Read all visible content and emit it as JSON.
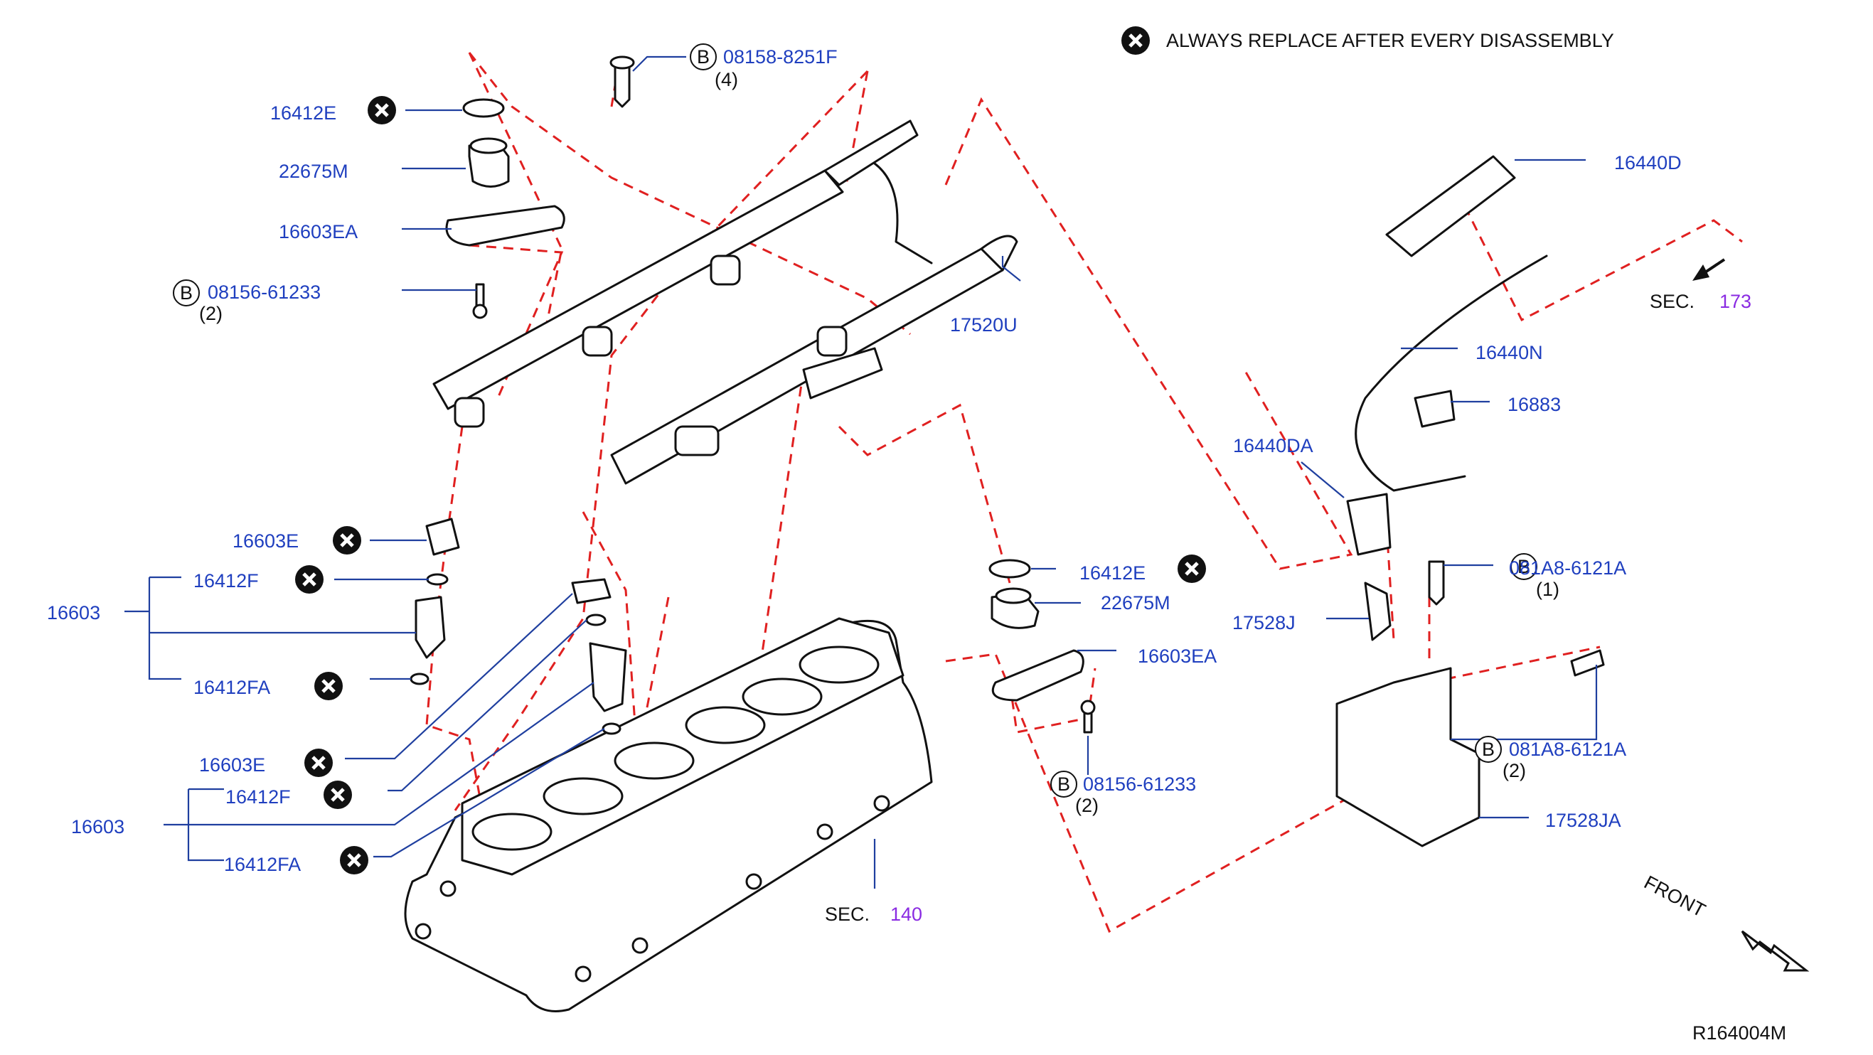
{
  "note": "ALWAYS  REPLACE  AFTER  EVERY  DISASSEMBLY",
  "drawing_code": "R164004M",
  "front": "FRONT",
  "labels": {
    "p16412E_a": "16412E",
    "p22675M_a": "22675M",
    "p16603EA_a": "16603EA",
    "b08156_a": "08156-61233",
    "b08156_a_qty": "(2)",
    "b08158": "08158-8251F",
    "b08158_qty": "(4)",
    "p17520U": "17520U",
    "p16603E_a": "16603E",
    "p16603_a": "16603",
    "p16412F_a": "16412F",
    "p16412FA_a": "16412FA",
    "p16603E_b": "16603E",
    "p16603_b": "16603",
    "p16412F_b": "16412F",
    "p16412FA_b": "16412FA",
    "sec140_a": "SEC.",
    "sec140_b": "140",
    "p16412E_b": "16412E",
    "p22675M_b": "22675M",
    "p16603EA_b": "16603EA",
    "b08156_b": "08156-61233",
    "b08156_b_qty": "(2)",
    "p16440D": "16440D",
    "sec173_a": "SEC.",
    "sec173_b": "173",
    "p16440N": "16440N",
    "p16883": "16883",
    "p16440DA": "16440DA",
    "b081A8_a": "081A8-6121A",
    "b081A8_a_qty": "(1)",
    "p17528J": "17528J",
    "b081A8_b": "081A8-6121A",
    "b081A8_b_qty": "(2)",
    "p17528JA": "17528JA",
    "bolt_mark": "B"
  },
  "colors": {
    "label": "#1f3fbf",
    "section": "#8a2be2",
    "dash": "#e02020",
    "leader": "#1f3f9f"
  }
}
